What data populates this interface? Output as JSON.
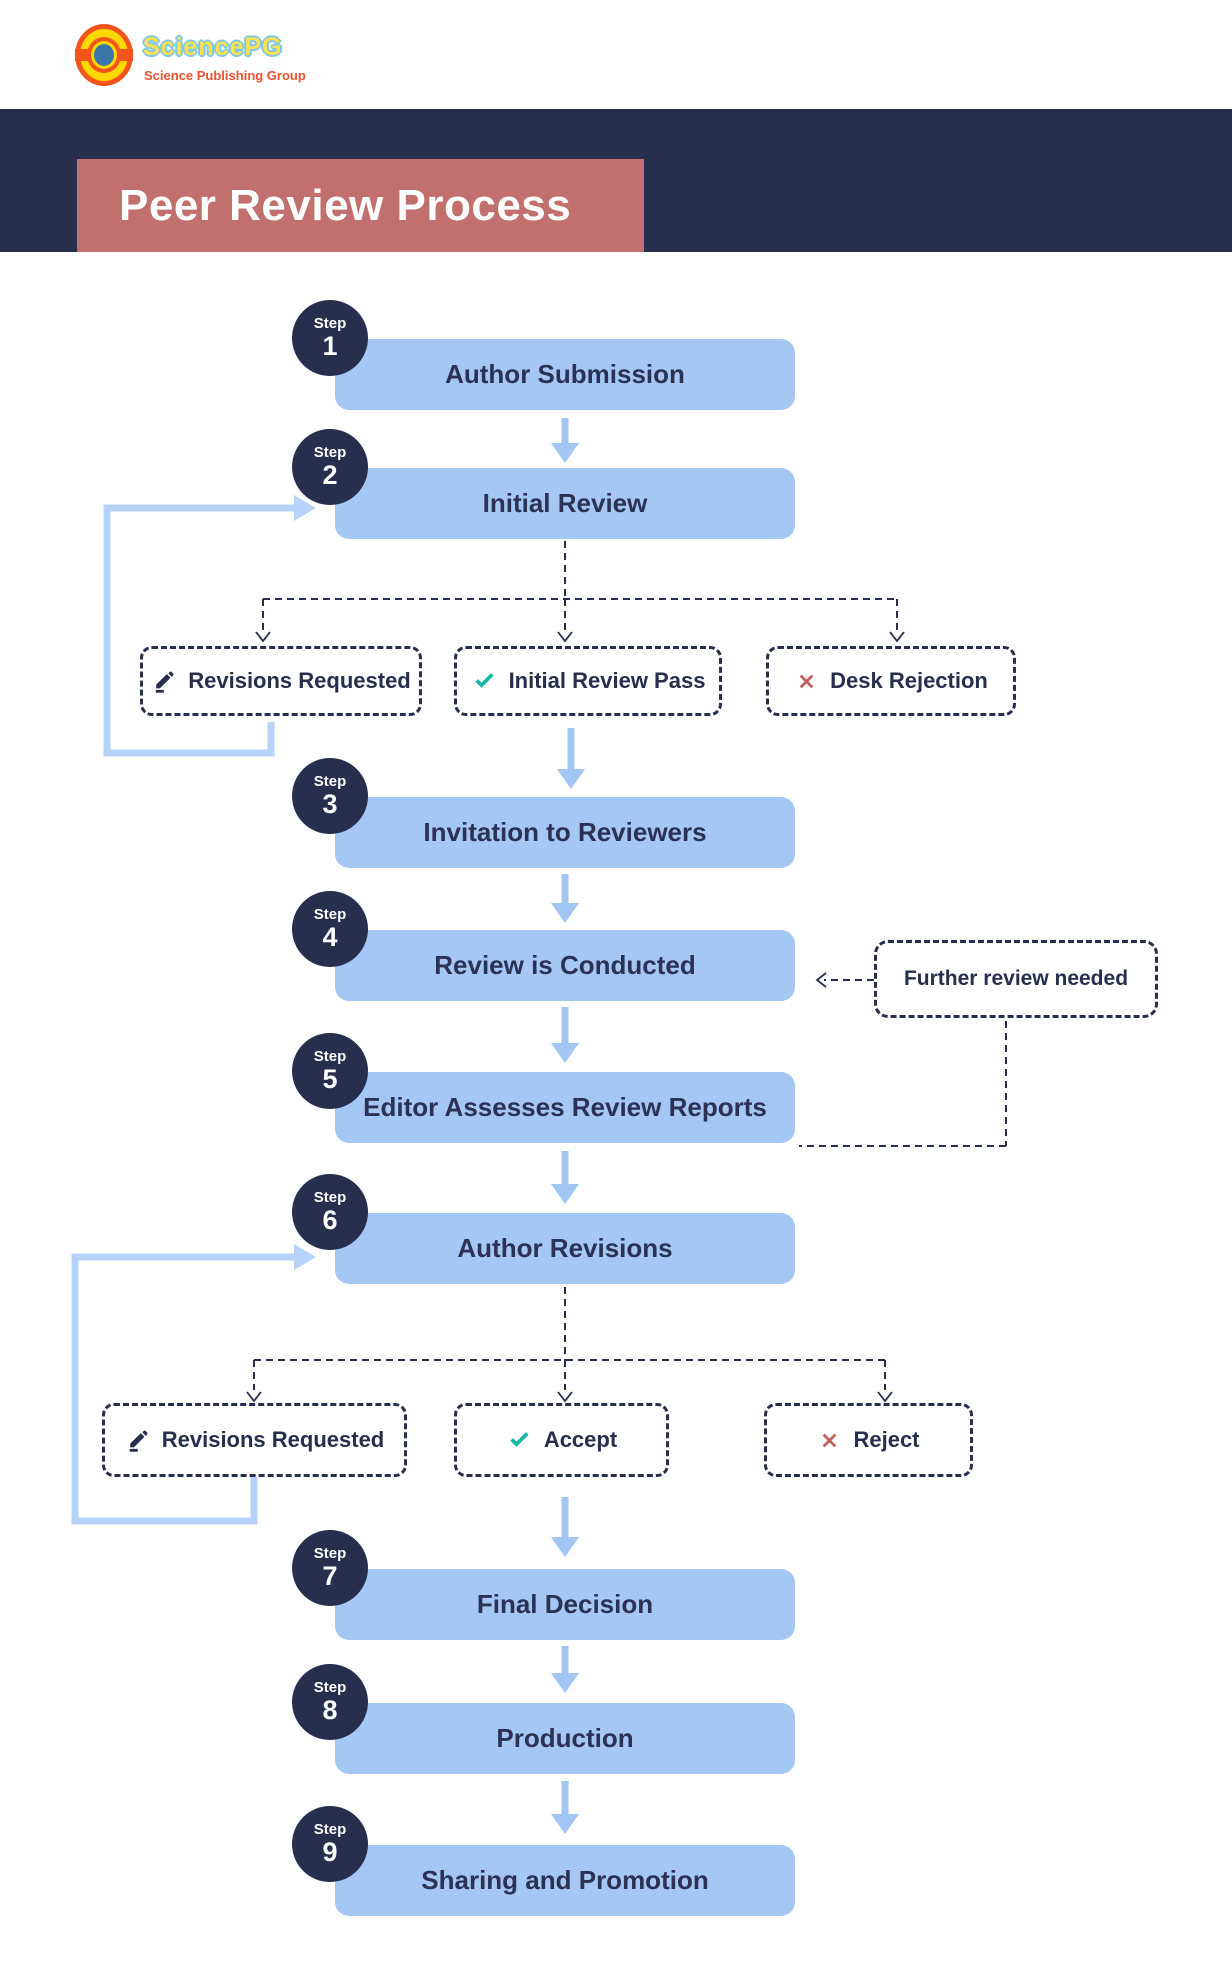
{
  "logo": {
    "brand": "SciencePG",
    "subtitle": "Science Publishing Group",
    "icon": "sciencepg-bullseye-logo"
  },
  "header": {
    "title": "Peer Review Process"
  },
  "badge_word": "Step",
  "steps": [
    {
      "number": "1",
      "label": "Author Submission"
    },
    {
      "number": "2",
      "label": "Initial Review"
    },
    {
      "number": "3",
      "label": "Invitation to Reviewers"
    },
    {
      "number": "4",
      "label": "Review is Conducted"
    },
    {
      "number": "5",
      "label": "Editor Assesses Review Reports"
    },
    {
      "number": "6",
      "label": "Author Revisions"
    },
    {
      "number": "7",
      "label": "Final Decision"
    },
    {
      "number": "8",
      "label": "Production"
    },
    {
      "number": "9",
      "label": "Sharing and Promotion"
    }
  ],
  "initial_review_outcomes": [
    {
      "label": "Revisions Requested",
      "icon": "pencil-icon"
    },
    {
      "label": "Initial Review Pass",
      "icon": "check-icon"
    },
    {
      "label": "Desk Rejection",
      "icon": "x-icon"
    }
  ],
  "final_decision_outcomes": [
    {
      "label": "Revisions Requested",
      "icon": "pencil-icon"
    },
    {
      "label": "Accept",
      "icon": "check-icon"
    },
    {
      "label": "Reject",
      "icon": "x-icon"
    }
  ],
  "annotations": {
    "further_review": "Further review needed"
  },
  "colors": {
    "navy": "#272e4e",
    "salmon": "#c2706d",
    "box_blue": "#a4c7f4",
    "arrow_blue": "#a2c5f3",
    "loop_blue": "#b6d2f8",
    "teal": "#14b8a6",
    "rose": "#c0605c",
    "logo_red": "#f3541c",
    "logo_yellow": "#ffd800",
    "logo_blue": "#3b76a9"
  }
}
